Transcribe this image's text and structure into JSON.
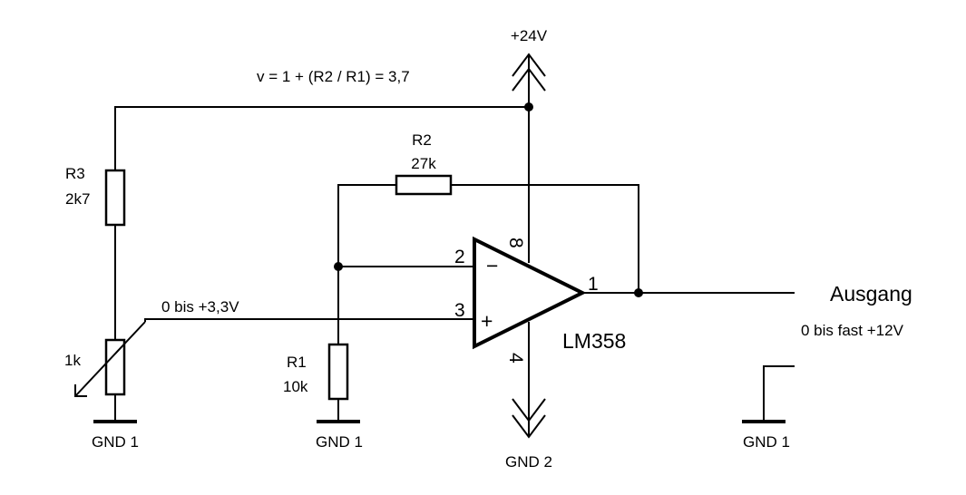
{
  "supply": {
    "label": "+24V"
  },
  "gain_formula": "v = 1 + (R2 / R1) = 3,7",
  "r2": {
    "name": "R2",
    "value": "27k"
  },
  "r3": {
    "name": "R3",
    "value": "2k7"
  },
  "r1": {
    "name": "R1",
    "value": "10k"
  },
  "pot": {
    "value": "1k"
  },
  "input_range": "0 bis +3,3V",
  "opamp": {
    "name": "LM358",
    "pin_inverting": "2",
    "pin_noninverting": "3",
    "pin_output": "1",
    "pin_vcc": "8",
    "pin_gnd": "4",
    "sign_minus": "−",
    "sign_plus": "+"
  },
  "output": {
    "label": "Ausgang",
    "range": "0 bis  fast +12V"
  },
  "grounds": {
    "gnd_pot": "GND 1",
    "gnd_r1": "GND 1",
    "gnd_output": "GND 1",
    "gnd_opamp": "GND 2"
  }
}
